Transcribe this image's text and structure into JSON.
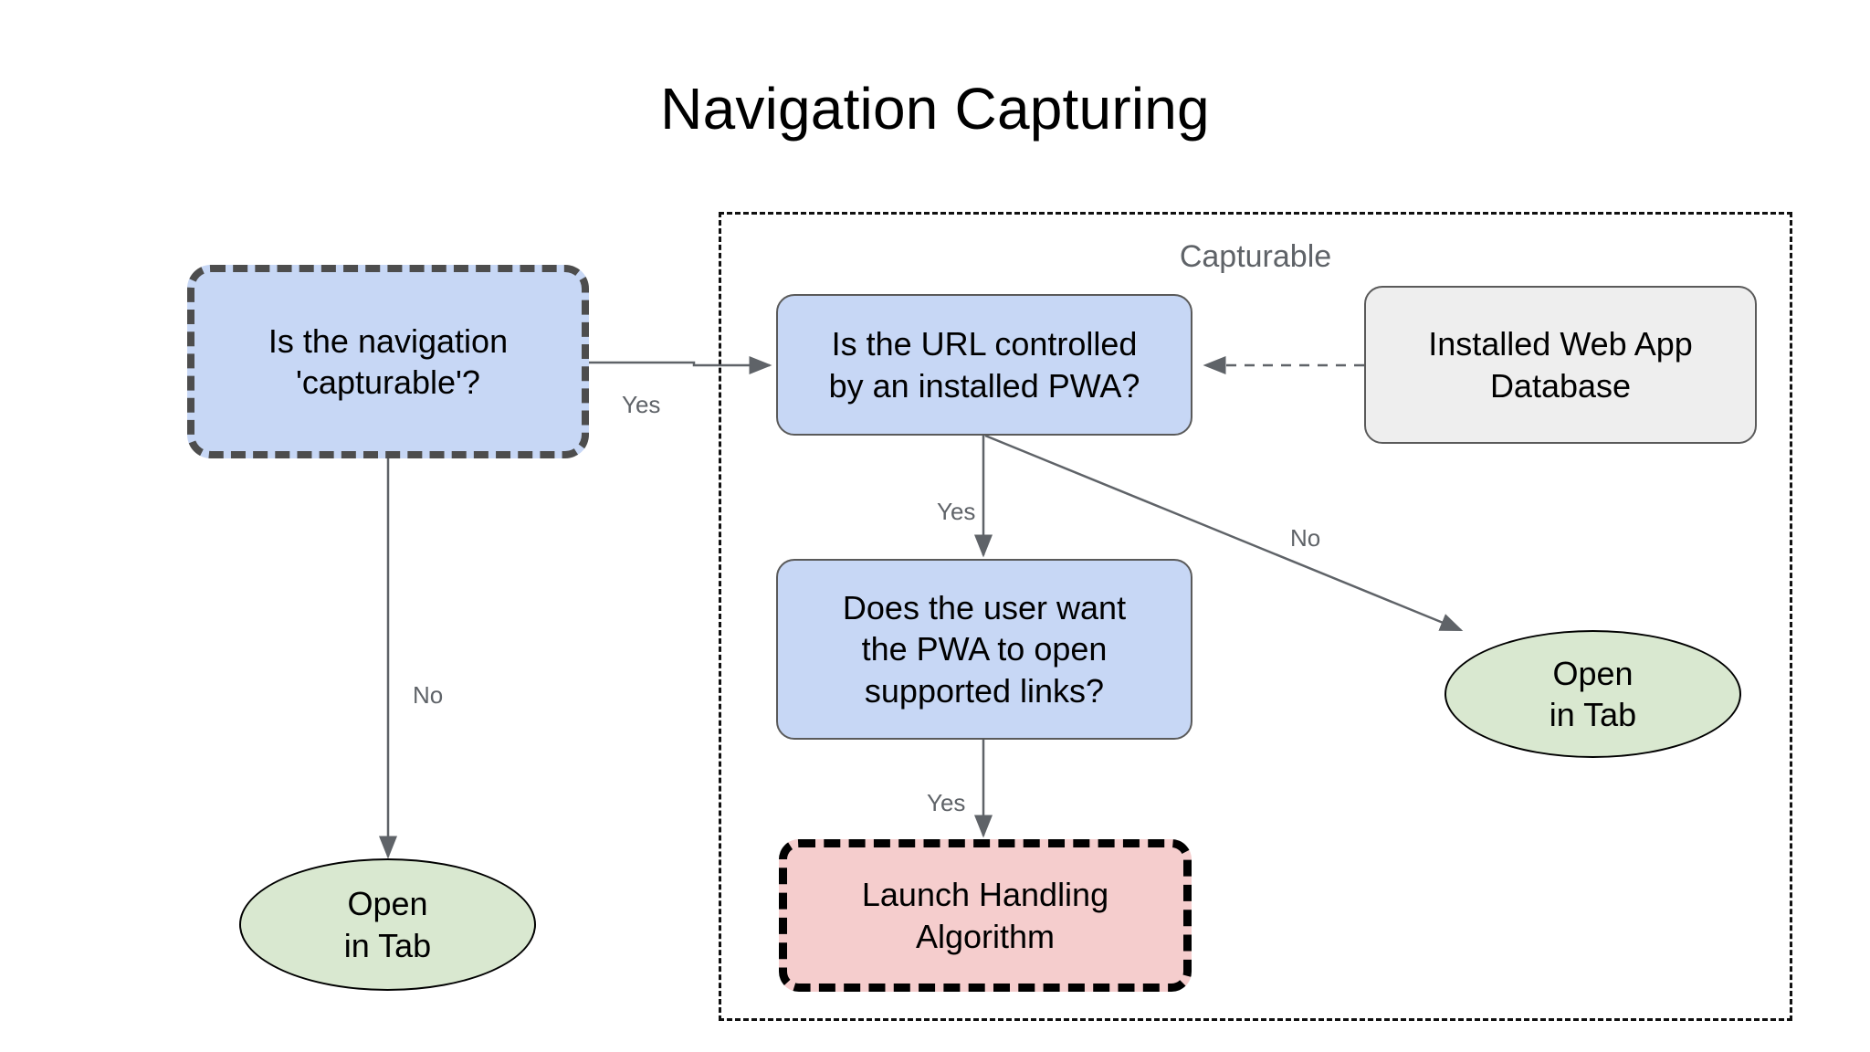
{
  "diagram": {
    "title": "Navigation Capturing",
    "type": "flowchart"
  },
  "group": {
    "label": "Capturable",
    "border_style": "dashed",
    "border_color": "#111111"
  },
  "palette": {
    "decision_fill": "#c7d7f5",
    "datastore_fill": "#eeeeee",
    "process_fill": "#f5cdcd",
    "terminal_fill": "#d9e8d0",
    "edge_color": "#5f6368",
    "label_color": "#5f6368",
    "title_color": "#000000"
  },
  "nodes": [
    {
      "id": "is-capturable",
      "text": "Is the navigation\n'capturable'?",
      "shape": "rounded-rect",
      "style": "dashed",
      "fill": "#c7d7f5"
    },
    {
      "id": "url-controlled",
      "text": "Is the URL controlled\nby an installed PWA?",
      "shape": "rounded-rect",
      "style": "solid",
      "fill": "#c7d7f5"
    },
    {
      "id": "installed-web-app-database",
      "text": "Installed Web App\nDatabase",
      "shape": "rounded-rect",
      "style": "solid",
      "fill": "#eeeeee"
    },
    {
      "id": "user-wants-pwa",
      "text": "Does the user want\nthe PWA to open\nsupported links?",
      "shape": "rounded-rect",
      "style": "solid",
      "fill": "#c7d7f5"
    },
    {
      "id": "launch-handling-algorithm",
      "text": "Launch Handling\nAlgorithm",
      "shape": "rounded-rect",
      "style": "dashed",
      "fill": "#f5cdcd"
    },
    {
      "id": "open-in-tab-left",
      "text": "Open\nin Tab",
      "shape": "ellipse",
      "style": "solid",
      "fill": "#d9e8d0"
    },
    {
      "id": "open-in-tab-right",
      "text": "Open\nin Tab",
      "shape": "ellipse",
      "style": "solid",
      "fill": "#d9e8d0"
    }
  ],
  "edges": [
    {
      "id": "capturable-yes",
      "from": "is-capturable",
      "to": "url-controlled",
      "label": "Yes",
      "style": "solid"
    },
    {
      "id": "capturable-no",
      "from": "is-capturable",
      "to": "open-in-tab-left",
      "label": "No",
      "style": "solid"
    },
    {
      "id": "url-yes",
      "from": "url-controlled",
      "to": "user-wants-pwa",
      "label": "Yes",
      "style": "solid"
    },
    {
      "id": "url-no",
      "from": "url-controlled",
      "to": "open-in-tab-right",
      "label": "No",
      "style": "solid"
    },
    {
      "id": "user-wants-yes",
      "from": "user-wants-pwa",
      "to": "launch-handling-algorithm",
      "label": "Yes",
      "style": "solid"
    },
    {
      "id": "database-lookup",
      "from": "installed-web-app-database",
      "to": "url-controlled",
      "label": "",
      "style": "dashed"
    }
  ]
}
